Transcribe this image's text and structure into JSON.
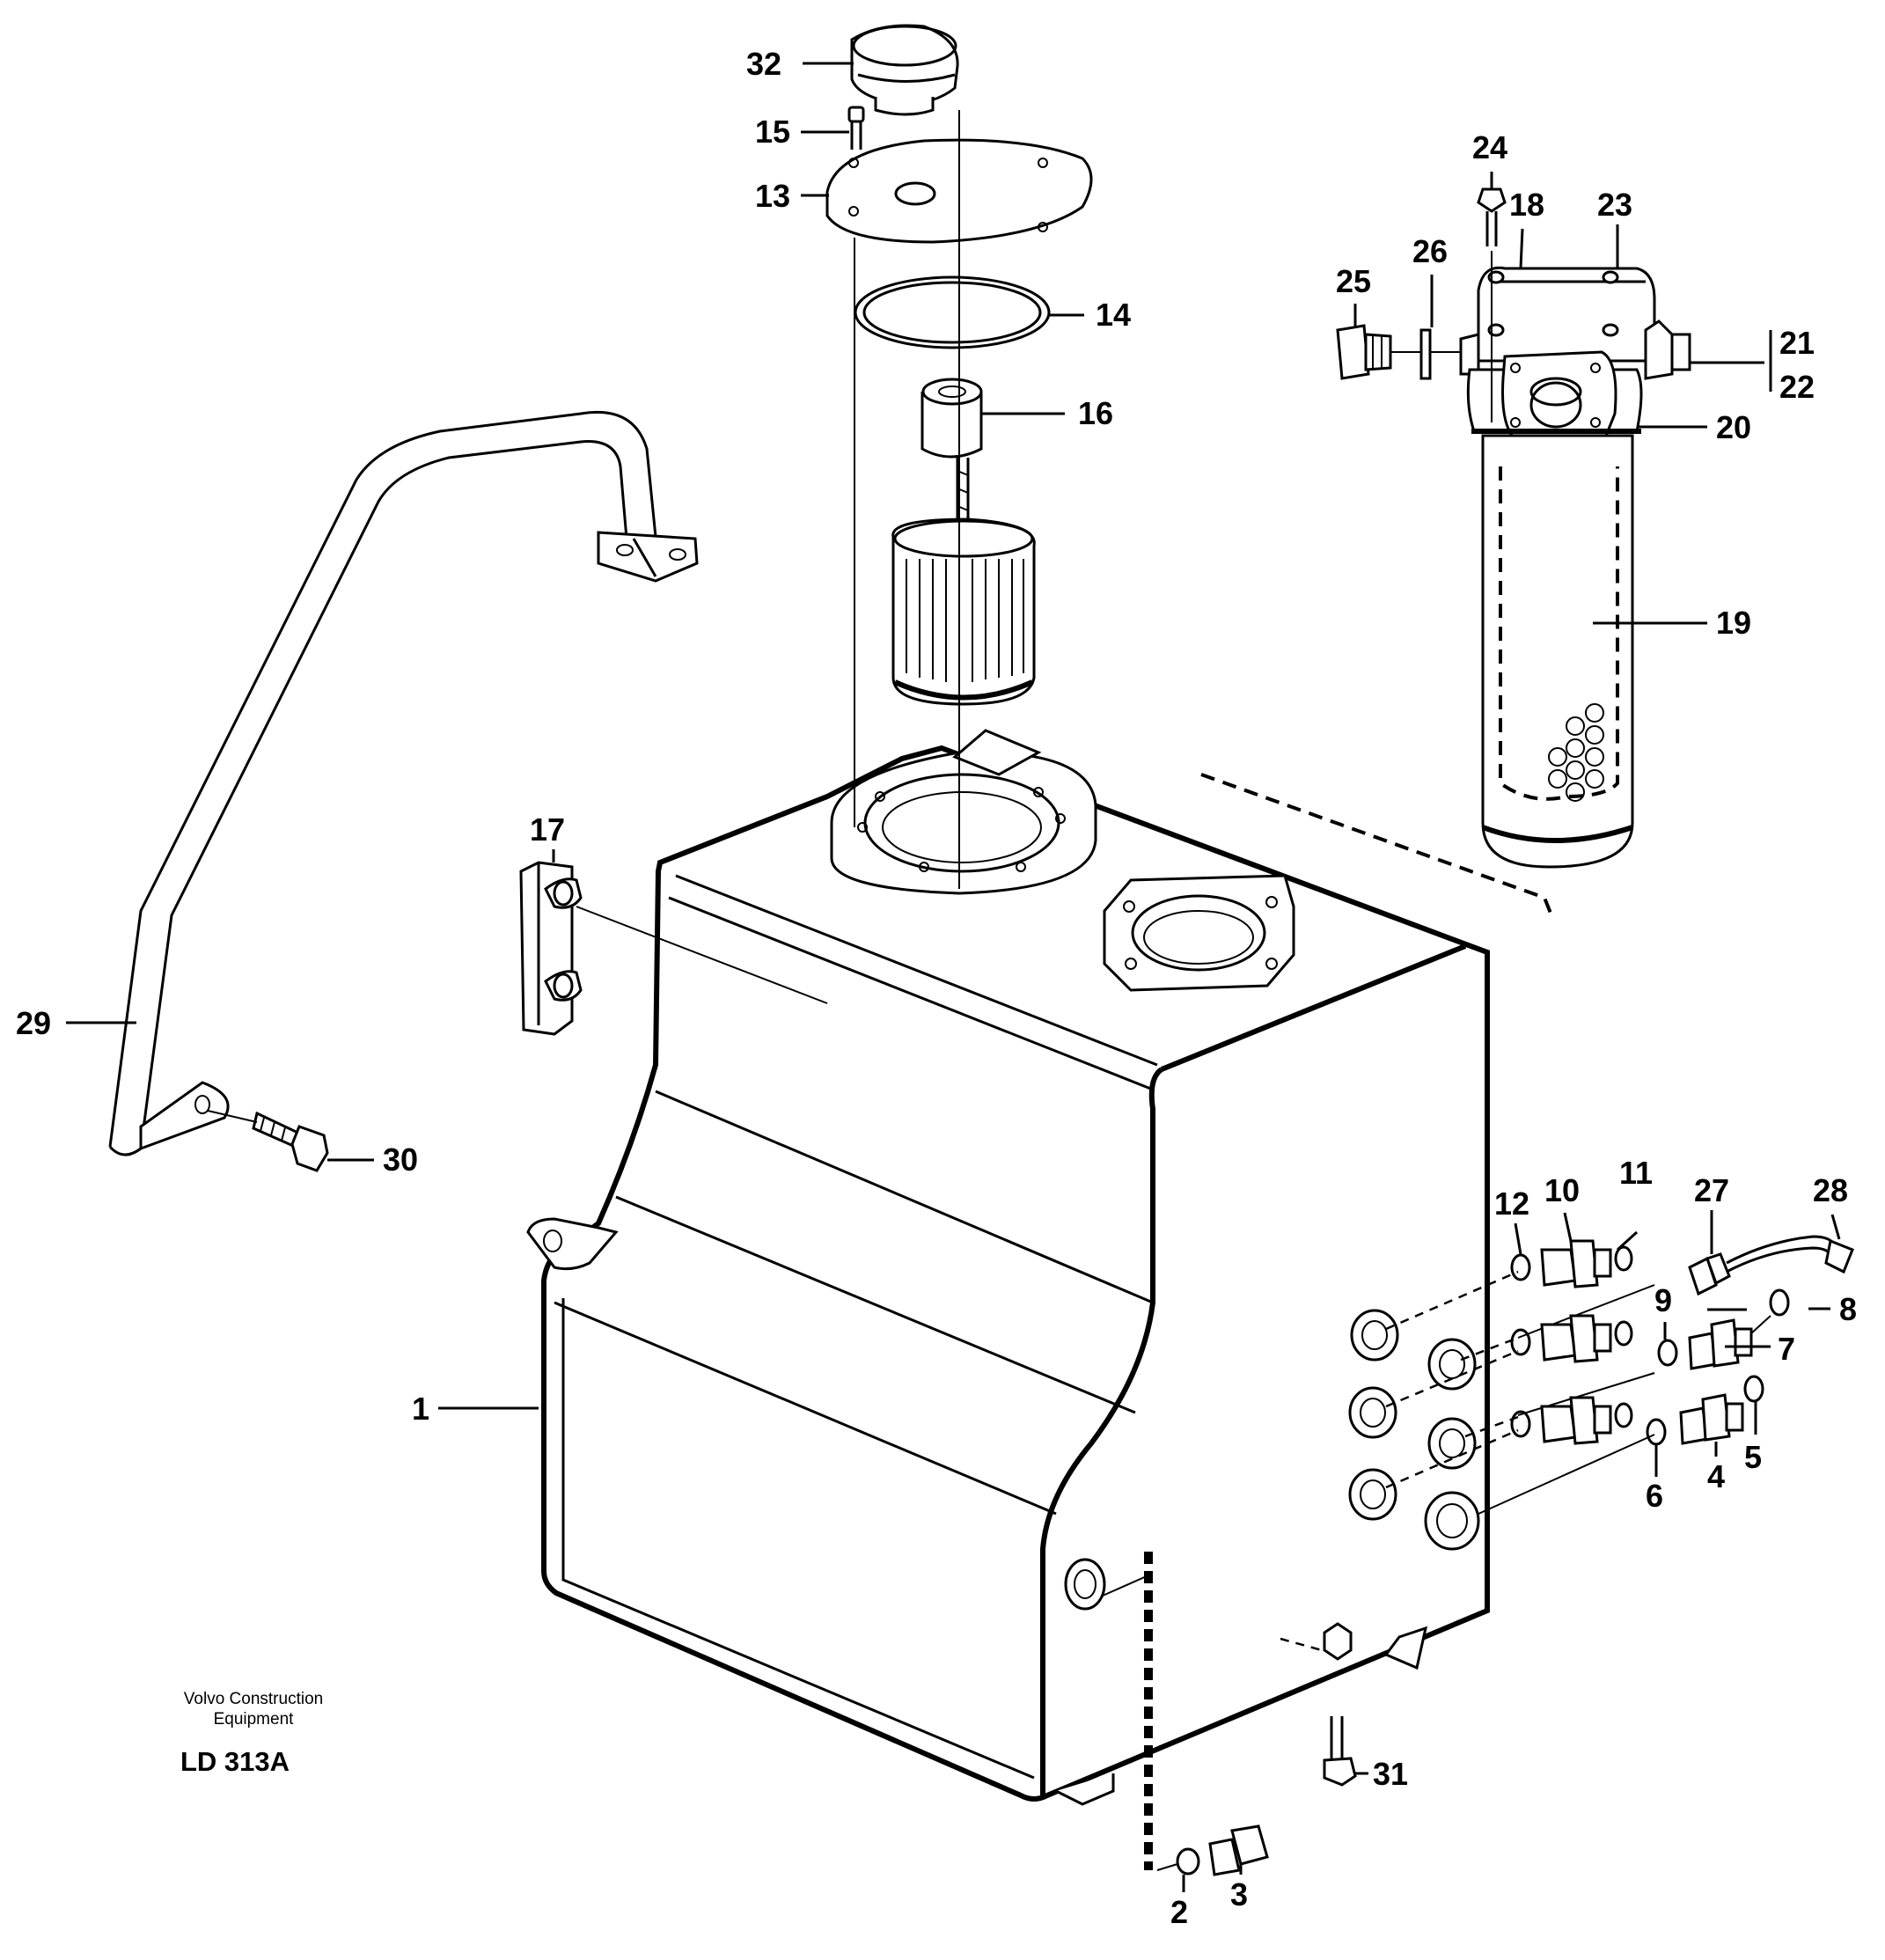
{
  "labels": {
    "p1": "1",
    "p2": "2",
    "p3": "3",
    "p4": "4",
    "p5": "5",
    "p6": "6",
    "p7": "7",
    "p8": "8",
    "p9": "9",
    "p10": "10",
    "p11": "11",
    "p12": "12",
    "p13": "13",
    "p14": "14",
    "p15": "15",
    "p16": "16",
    "p17": "17",
    "p18": "18",
    "p19": "19",
    "p20": "20",
    "p21": "21",
    "p22": "22",
    "p23": "23",
    "p24": "24",
    "p25": "25",
    "p26": "26",
    "p27": "27",
    "p28": "28",
    "p29": "29",
    "p30": "30",
    "p31": "31",
    "p32": "32"
  },
  "footer": {
    "brand_line1": "Volvo Construction",
    "brand_line2": "Equipment",
    "drawing_code": "LD 313A"
  }
}
